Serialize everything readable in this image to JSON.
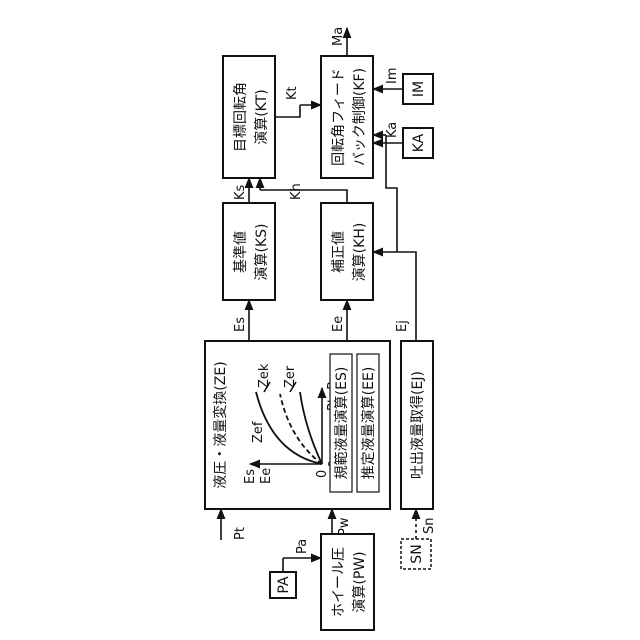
{
  "blocks": {
    "pa": "PA",
    "sn": "SN",
    "pw": [
      "ホイール圧",
      "演算(PW)"
    ],
    "ze": {
      "title": "液圧・液量変換(ZE)",
      "y_label_es": "Es",
      "y_label_ee": "Ee",
      "x_label": "Pt, Pw",
      "origin": "0",
      "curve_zef": "Zef",
      "curve_zek": "Zek",
      "curve_zer": "Zer",
      "es_block": "規範液量演算(ES)",
      "ee_block": "推定液量演算(EE)"
    },
    "ej": "吐出液量取得(EJ)",
    "ks": [
      "基準値",
      "演算(KS)"
    ],
    "kh": [
      "補正値",
      "演算(KH)"
    ],
    "kt": [
      "目標回転角",
      "演算(KT)"
    ],
    "kf": [
      "回転角フィード",
      "バック制御(KF)"
    ],
    "im": "IM",
    "ka": "KA"
  },
  "signals": {
    "pa": "Pa",
    "pt": "Pt",
    "pw": "Pw",
    "sn": "Sn",
    "es": "Es",
    "ee": "Ee",
    "ej": "Ej",
    "ks": "Ks",
    "kh": "Kh",
    "kt": "Kt",
    "im": "Im",
    "ka": "Ka",
    "ma": "Ma"
  }
}
